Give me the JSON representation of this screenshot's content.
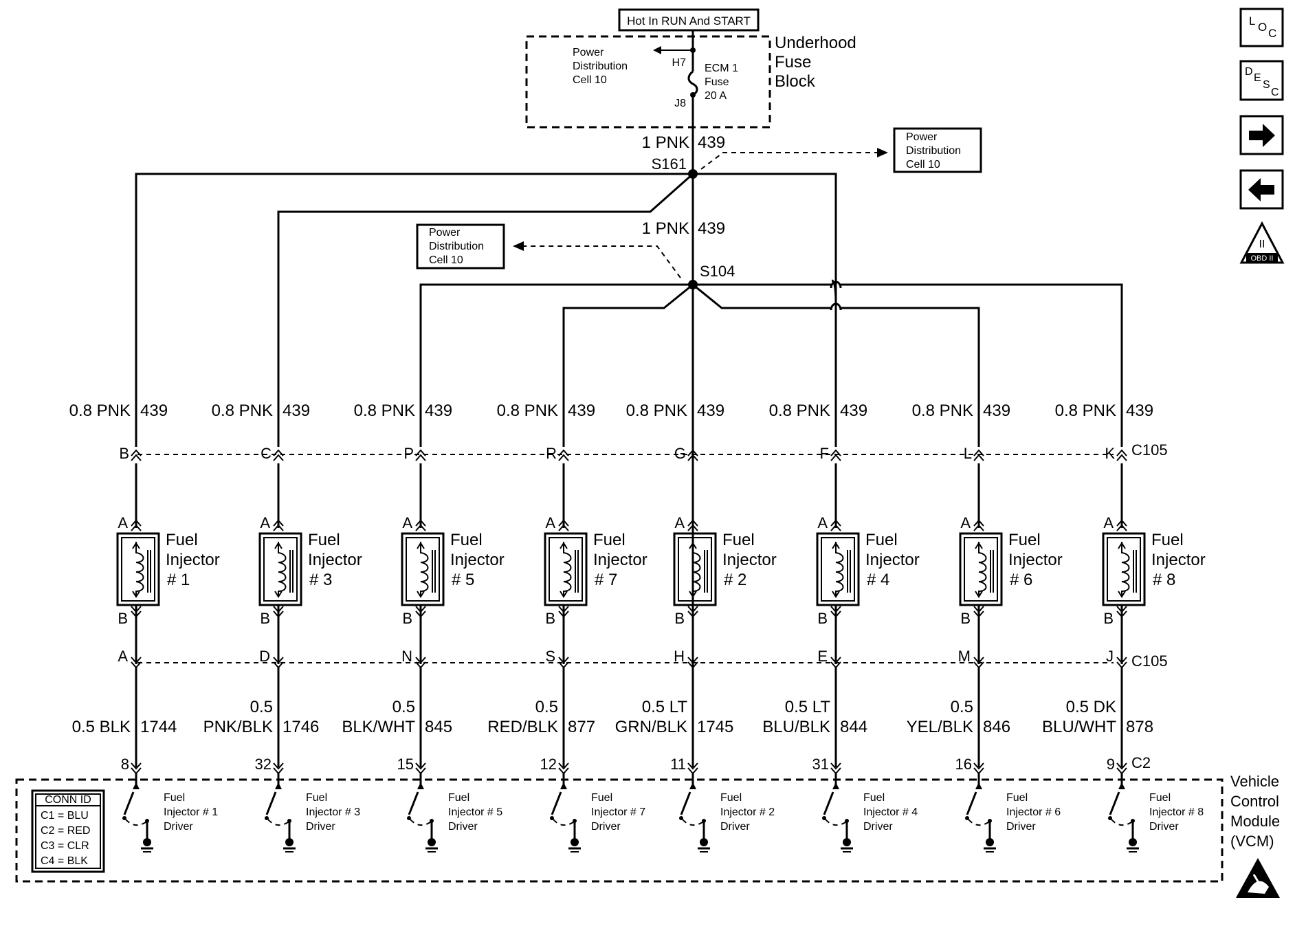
{
  "header": {
    "supply_label": "Hot In RUN And START",
    "fuse_block_title": [
      "Underhood",
      "Fuse",
      "Block"
    ],
    "fuse_block_power_ref": [
      "Power",
      "Distribution",
      "Cell 10"
    ],
    "fuse_label": [
      "ECM 1",
      "Fuse",
      "20 A"
    ],
    "fuse_pin_top": "H7",
    "fuse_pin_bottom": "J8"
  },
  "feed_wires": [
    {
      "size_color": "1 PNK",
      "circuit": "439"
    },
    {
      "size_color": "1 PNK",
      "circuit": "439"
    }
  ],
  "splices": [
    "S161",
    "S104"
  ],
  "power_refs": [
    [
      "Power",
      "Distribution",
      "Cell 10"
    ],
    [
      "Power",
      "Distribution",
      "Cell 10"
    ]
  ],
  "upper_connector": "C105",
  "lower_connector": "C105",
  "vcm_connector": "C2",
  "injectors": [
    {
      "name": [
        "Fuel",
        "Injector",
        "# 1"
      ],
      "feed": "0.8 PNK",
      "feed_circuit": "439",
      "c105_top": "B",
      "term_a": "A",
      "term_b": "B",
      "c105_bottom": "A",
      "ctrl_wire": [
        "",
        "0.5 BLK"
      ],
      "ctrl_circuit": "1744",
      "vcm_pin": "8",
      "driver": [
        "Fuel",
        "Injector # 1",
        "Driver"
      ]
    },
    {
      "name": [
        "Fuel",
        "Injector",
        "# 3"
      ],
      "feed": "0.8 PNK",
      "feed_circuit": "439",
      "c105_top": "C",
      "term_a": "A",
      "term_b": "B",
      "c105_bottom": "D",
      "ctrl_wire": [
        "0.5",
        "PNK/BLK"
      ],
      "ctrl_circuit": "1746",
      "vcm_pin": "32",
      "driver": [
        "Fuel",
        "Injector # 3",
        "Driver"
      ]
    },
    {
      "name": [
        "Fuel",
        "Injector",
        "# 5"
      ],
      "feed": "0.8 PNK",
      "feed_circuit": "439",
      "c105_top": "P",
      "term_a": "A",
      "term_b": "B",
      "c105_bottom": "N",
      "ctrl_wire": [
        "0.5",
        "BLK/WHT"
      ],
      "ctrl_circuit": "845",
      "vcm_pin": "15",
      "driver": [
        "Fuel",
        "Injector # 5",
        "Driver"
      ]
    },
    {
      "name": [
        "Fuel",
        "Injector",
        "# 7"
      ],
      "feed": "0.8 PNK",
      "feed_circuit": "439",
      "c105_top": "R",
      "term_a": "A",
      "term_b": "B",
      "c105_bottom": "S",
      "ctrl_wire": [
        "0.5",
        "RED/BLK"
      ],
      "ctrl_circuit": "877",
      "vcm_pin": "12",
      "driver": [
        "Fuel",
        "Injector # 7",
        "Driver"
      ]
    },
    {
      "name": [
        "Fuel",
        "Injector",
        "# 2"
      ],
      "feed": "0.8 PNK",
      "feed_circuit": "439",
      "c105_top": "G",
      "term_a": "A",
      "term_b": "B",
      "c105_bottom": "H",
      "ctrl_wire": [
        "0.5 LT",
        "GRN/BLK"
      ],
      "ctrl_circuit": "1745",
      "vcm_pin": "11",
      "driver": [
        "Fuel",
        "Injector # 2",
        "Driver"
      ]
    },
    {
      "name": [
        "Fuel",
        "Injector",
        "# 4"
      ],
      "feed": "0.8 PNK",
      "feed_circuit": "439",
      "c105_top": "F",
      "term_a": "A",
      "term_b": "B",
      "c105_bottom": "E",
      "ctrl_wire": [
        "0.5 LT",
        "BLU/BLK"
      ],
      "ctrl_circuit": "844",
      "vcm_pin": "31",
      "driver": [
        "Fuel",
        "Injector # 4",
        "Driver"
      ]
    },
    {
      "name": [
        "Fuel",
        "Injector",
        "# 6"
      ],
      "feed": "0.8 PNK",
      "feed_circuit": "439",
      "c105_top": "L",
      "term_a": "A",
      "term_b": "B",
      "c105_bottom": "M",
      "ctrl_wire": [
        "0.5",
        "YEL/BLK"
      ],
      "ctrl_circuit": "846",
      "vcm_pin": "16",
      "driver": [
        "Fuel",
        "Injector # 6",
        "Driver"
      ]
    },
    {
      "name": [
        "Fuel",
        "Injector",
        "# 8"
      ],
      "feed": "0.8 PNK",
      "feed_circuit": "439",
      "c105_top": "K",
      "term_a": "A",
      "term_b": "B",
      "c105_bottom": "J",
      "ctrl_wire": [
        "0.5 DK",
        "BLU/WHT"
      ],
      "ctrl_circuit": "878",
      "vcm_pin": "9",
      "driver": [
        "Fuel",
        "Injector # 8",
        "Driver"
      ]
    }
  ],
  "vcm": {
    "title": [
      "Vehicle",
      "Control",
      "Module",
      "(VCM)"
    ],
    "conn_id_title": "CONN ID",
    "conn_ids": [
      "C1 = BLU",
      "C2 = RED",
      "C3 = CLR",
      "C4 = BLK"
    ]
  },
  "side_icons": {
    "loc": [
      "L",
      "O",
      "C"
    ],
    "desc": [
      "D",
      "E",
      "S",
      "C"
    ],
    "next": "arrow-right-icon",
    "prev": "arrow-left-icon",
    "obd": [
      "II",
      "OBD II"
    ],
    "esd": "esd-warning-icon"
  }
}
